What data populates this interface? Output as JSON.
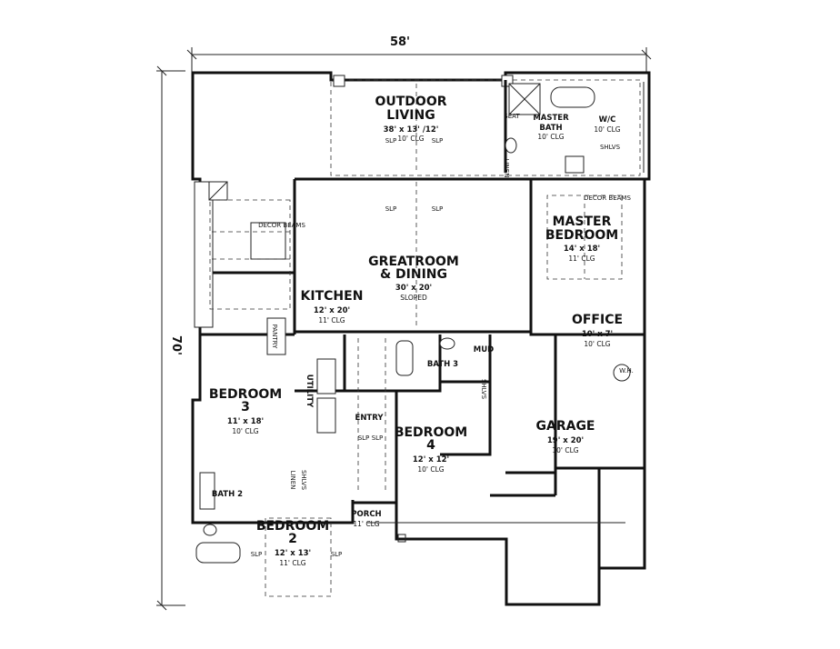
{
  "dimensions": {
    "width": "58'",
    "depth": "70'"
  },
  "rooms": {
    "outdoor_living": {
      "name1": "OUTDOOR",
      "name2": "LIVING",
      "size": "38' x 13' /12'",
      "ceiling": "10' CLG"
    },
    "master_bath": {
      "name1": "MASTER",
      "name2": "BATH",
      "ceiling": "10' CLG"
    },
    "wic": {
      "name": "W/C",
      "ceiling": "10' CLG"
    },
    "greatroom": {
      "name1": "GREATROOM",
      "name2": "& DINING",
      "size": "30' x 20'",
      "ceiling": "SLOPED"
    },
    "kitchen": {
      "name": "KITCHEN",
      "size": "12' x 20'",
      "ceiling": "11' CLG"
    },
    "master_bedroom": {
      "name1": "MASTER",
      "name2": "BEDROOM",
      "size": "14' x 18'",
      "ceiling": "11' CLG"
    },
    "office": {
      "name": "OFFICE",
      "size": "10' x 7'",
      "ceiling": "10' CLG"
    },
    "mud": {
      "name": "MUD"
    },
    "bath3": {
      "name": "BATH 3"
    },
    "bench": {
      "name": "BENCH"
    },
    "bedroom3": {
      "name1": "BEDROOM",
      "name2": "3",
      "size": "11' x 18'",
      "ceiling": "10' CLG"
    },
    "utility": {
      "name": "UTILITY"
    },
    "entry": {
      "name": "ENTRY"
    },
    "bedroom4": {
      "name1": "BEDROOM",
      "name2": "4",
      "size": "12' x 12'",
      "ceiling": "10' CLG"
    },
    "garage": {
      "name": "GARAGE",
      "size": "19' x 20'",
      "ceiling": "10' CLG"
    },
    "bath2": {
      "name": "BATH 2"
    },
    "bedroom2": {
      "name1": "BEDROOM",
      "name2": "2",
      "size": "12' x 13'",
      "ceiling": "11' CLG"
    },
    "porch": {
      "name": "PORCH",
      "ceiling": "11' CLG"
    }
  },
  "labels": {
    "decor_beams": "DECOR BEAMS",
    "slp": "SLP",
    "shlvs": "SHLVS",
    "seat": "SEAT",
    "pantry": "PANTRY",
    "linen": "LINEN",
    "wh": "W.H."
  }
}
